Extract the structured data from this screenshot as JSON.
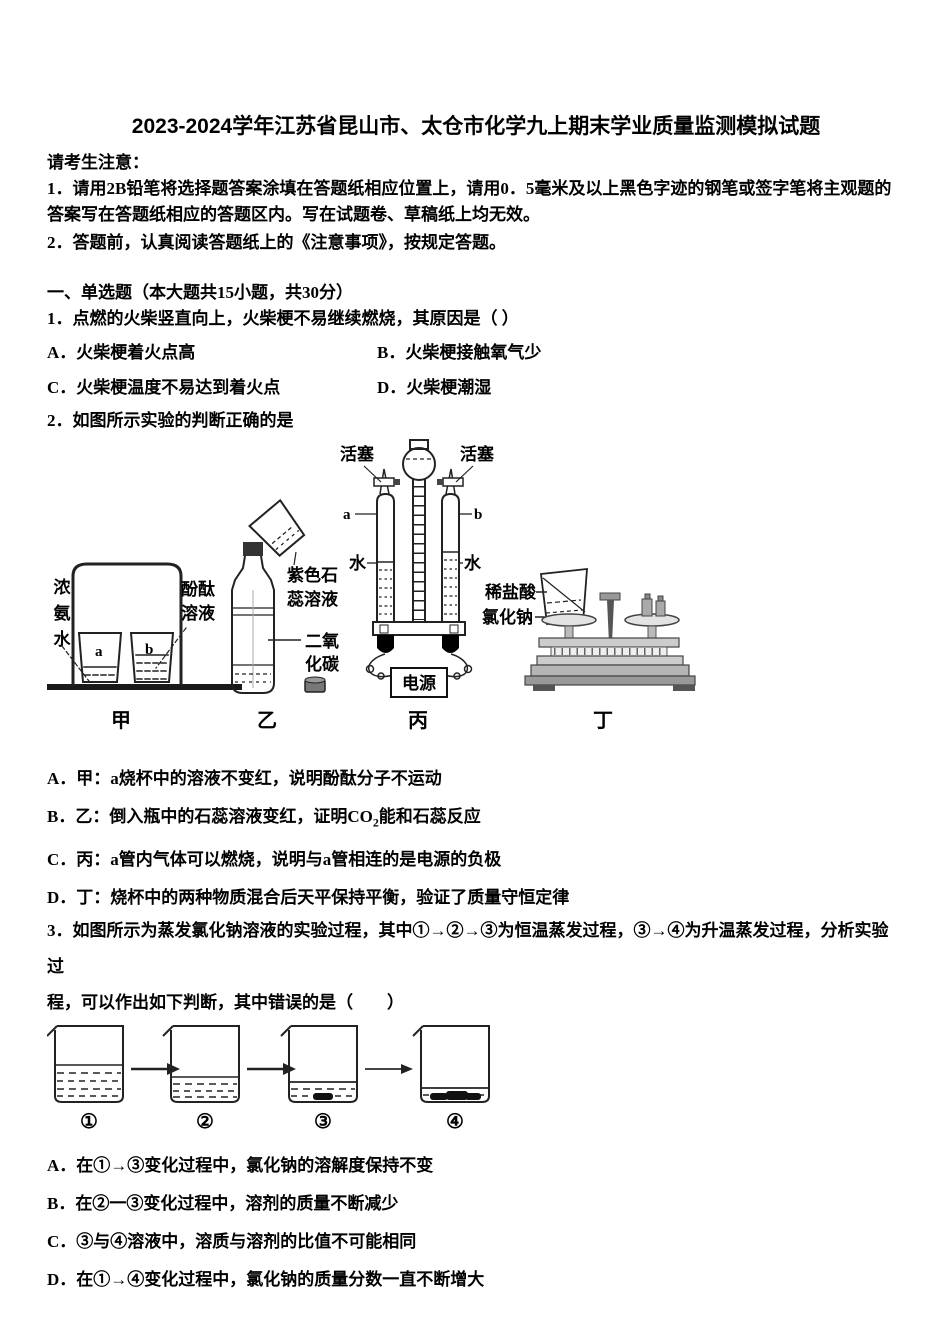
{
  "colors": {
    "background": "#ffffff",
    "text": "#000000"
  },
  "header": {
    "title": "2023-2024学年江苏省昆山市、太仓市化学九上期末学业质量监测模拟试题"
  },
  "notice": {
    "heading": "请考生注意：",
    "item1_lines": [
      "1．请用2B铅笔将选择题答案涂填在答题纸相应位置上，请用0．5毫米及以上黑色字迹的钢笔或签字笔将主观题的",
      "答案写在答题纸相应的答题区内。写在试题卷、草稿纸上均无效。"
    ],
    "item2": "2．答题前，认真阅读答题纸上的《注意事项》，按规定答题。"
  },
  "section": {
    "heading": "一、单选题（本大题共15小题，共30分）"
  },
  "q1": {
    "stem": "1．点燃的火柴竖直向上，火柴梗不易继续燃烧，其原因是（  ）",
    "options": [
      "A．火柴梗着火点高",
      "B．火柴梗接触氧气少",
      "C．火柴梗温度不易达到着火点",
      "D．火柴梗潮湿"
    ]
  },
  "q2": {
    "stem": "2．如图所示实验的判断正确的是",
    "diagram": {
      "jia": {
        "label_ammonia": "浓氨水",
        "label_phenolphthalein_1": "酚酞",
        "label_phenolphthalein_2": "溶液",
        "beaker_a": "a",
        "beaker_b": "b",
        "caption": "甲"
      },
      "yi": {
        "label_litmus_1": "紫色石",
        "label_litmus_2": "蕊溶液",
        "label_co2_1": "二氧",
        "label_co2_2": "化碳",
        "caption": "乙"
      },
      "bing": {
        "label_piston_left": "活塞",
        "label_piston_right": "活塞",
        "label_a": "a",
        "label_b": "b",
        "label_water_left": "水",
        "label_water_right": "水",
        "label_power": "电源",
        "caption": "丙"
      },
      "ding": {
        "label_acid": "稀盐酸",
        "label_salt": "氯化钠",
        "caption": "丁"
      }
    },
    "optionA": "A．甲：a烧杯中的溶液不变红，说明酚酞分子不运动",
    "optionB": {
      "pre": "B．乙：倒入瓶中的石蕊溶液变红，证明CO",
      "sub": "2",
      "post": "能和石蕊反应"
    },
    "optionC": "C．丙：a管内气体可以燃烧，说明与a管相连的是电源的负极",
    "optionD": "D．丁：烧杯中的两种物质混合后天平保持平衡，验证了质量守恒定律"
  },
  "q3": {
    "stem_lines": [
      "3．如图所示为蒸发氯化钠溶液的实验过程，其中①→②→③为恒温蒸发过程，③→④为升温蒸发过程，分析实验过",
      "程，可以作出如下判断，其中错误的是（　　）"
    ],
    "diagram": {
      "beaker_labels": [
        "①",
        "②",
        "③",
        "④"
      ]
    },
    "options": [
      "A．在①→③变化过程中，氯化钠的溶解度保持不变",
      "B．在②一③变化过程中，溶剂的质量不断减少",
      "C．③与④溶液中，溶质与溶剂的比值不可能相同",
      "D．在①→④变化过程中，氯化钠的质量分数一直不断增大"
    ]
  }
}
